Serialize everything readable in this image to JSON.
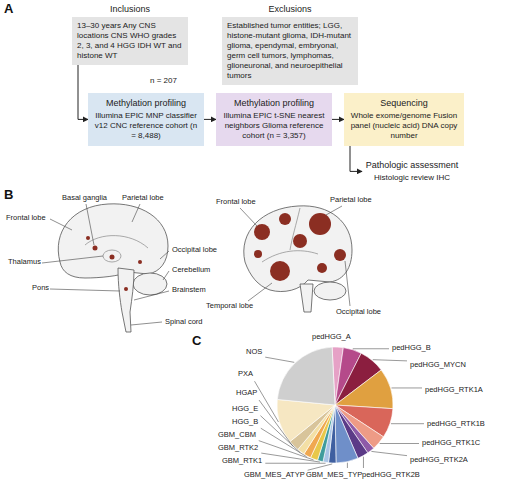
{
  "diagram": {
    "nodes": [
      {
        "text": [
          "Inclusions",
          "13–30 years Any CNS locations CNS WHO grades 2, 3, and 4 HGG IDH WT and histone WT"
        ]
      },
      {
        "text": [
          "Exclusions",
          "Established tumor entities; LGG, histone-mutant glioma, IDH-mutant glioma, ependymal, embryonal, germ cell tumors, lymphomas, glioneuronal, and neuroepithelial tumors"
        ]
      },
      {
        "text": [
          "Methylation profiling",
          "Illumina EPIC MNP classifier v12 CNC reference cohort (n = 8,488)"
        ]
      },
      {
        "text": [
          "Methylation profiling",
          "Illumina EPIC t-SNE nearest neighbors Glioma reference cohort (n = 3,357)"
        ]
      },
      {
        "text": [
          "Sequencing",
          "Whole exome/genome Fusion panel (nucleic acid) DNA copy number"
        ]
      },
      {
        "text": [
          "Pathologic assessment",
          "Histologic review IHC"
        ]
      }
    ],
    "edges": [
      {
        "from": 0,
        "to": 2,
        "arrow": "to"
      },
      {
        "from": 2,
        "to": 3,
        "arrow": "to"
      },
      {
        "from": 3,
        "to": 4,
        "arrow": "to"
      },
      {
        "from": 4,
        "to": 5,
        "arrow": "to"
      }
    ],
    "labels": [
      "A",
      "n = 207",
      "B",
      "Frontal lobe",
      "Basal ganglia",
      "Parietal lobe",
      "Thalamus",
      "Pons",
      "Frontal lobe",
      "Parietal lobe",
      "Occipital lobe",
      "Temporal lobe",
      "Cerebellum",
      "Brainstem",
      "Occipital lobe",
      "Spinal cord",
      "C",
      "pedHGG_A",
      "pedHGG_B",
      "pedHGG_MYCN",
      "pedHGG_RTK1A",
      "pedHGG_RTK1B",
      "pedHGG_RTK1C",
      "pedHGG_RTK2A",
      "pedHGG_RTK2B",
      "GBM_MES_TYP",
      "GBM_MES_ATYP",
      "GBM_RTK1",
      "GBM_RTK2",
      "GBM_CBM",
      "HGG_B",
      "HGG_E",
      "HGAP",
      "PXA",
      "NOS"
    ]
  }
}
